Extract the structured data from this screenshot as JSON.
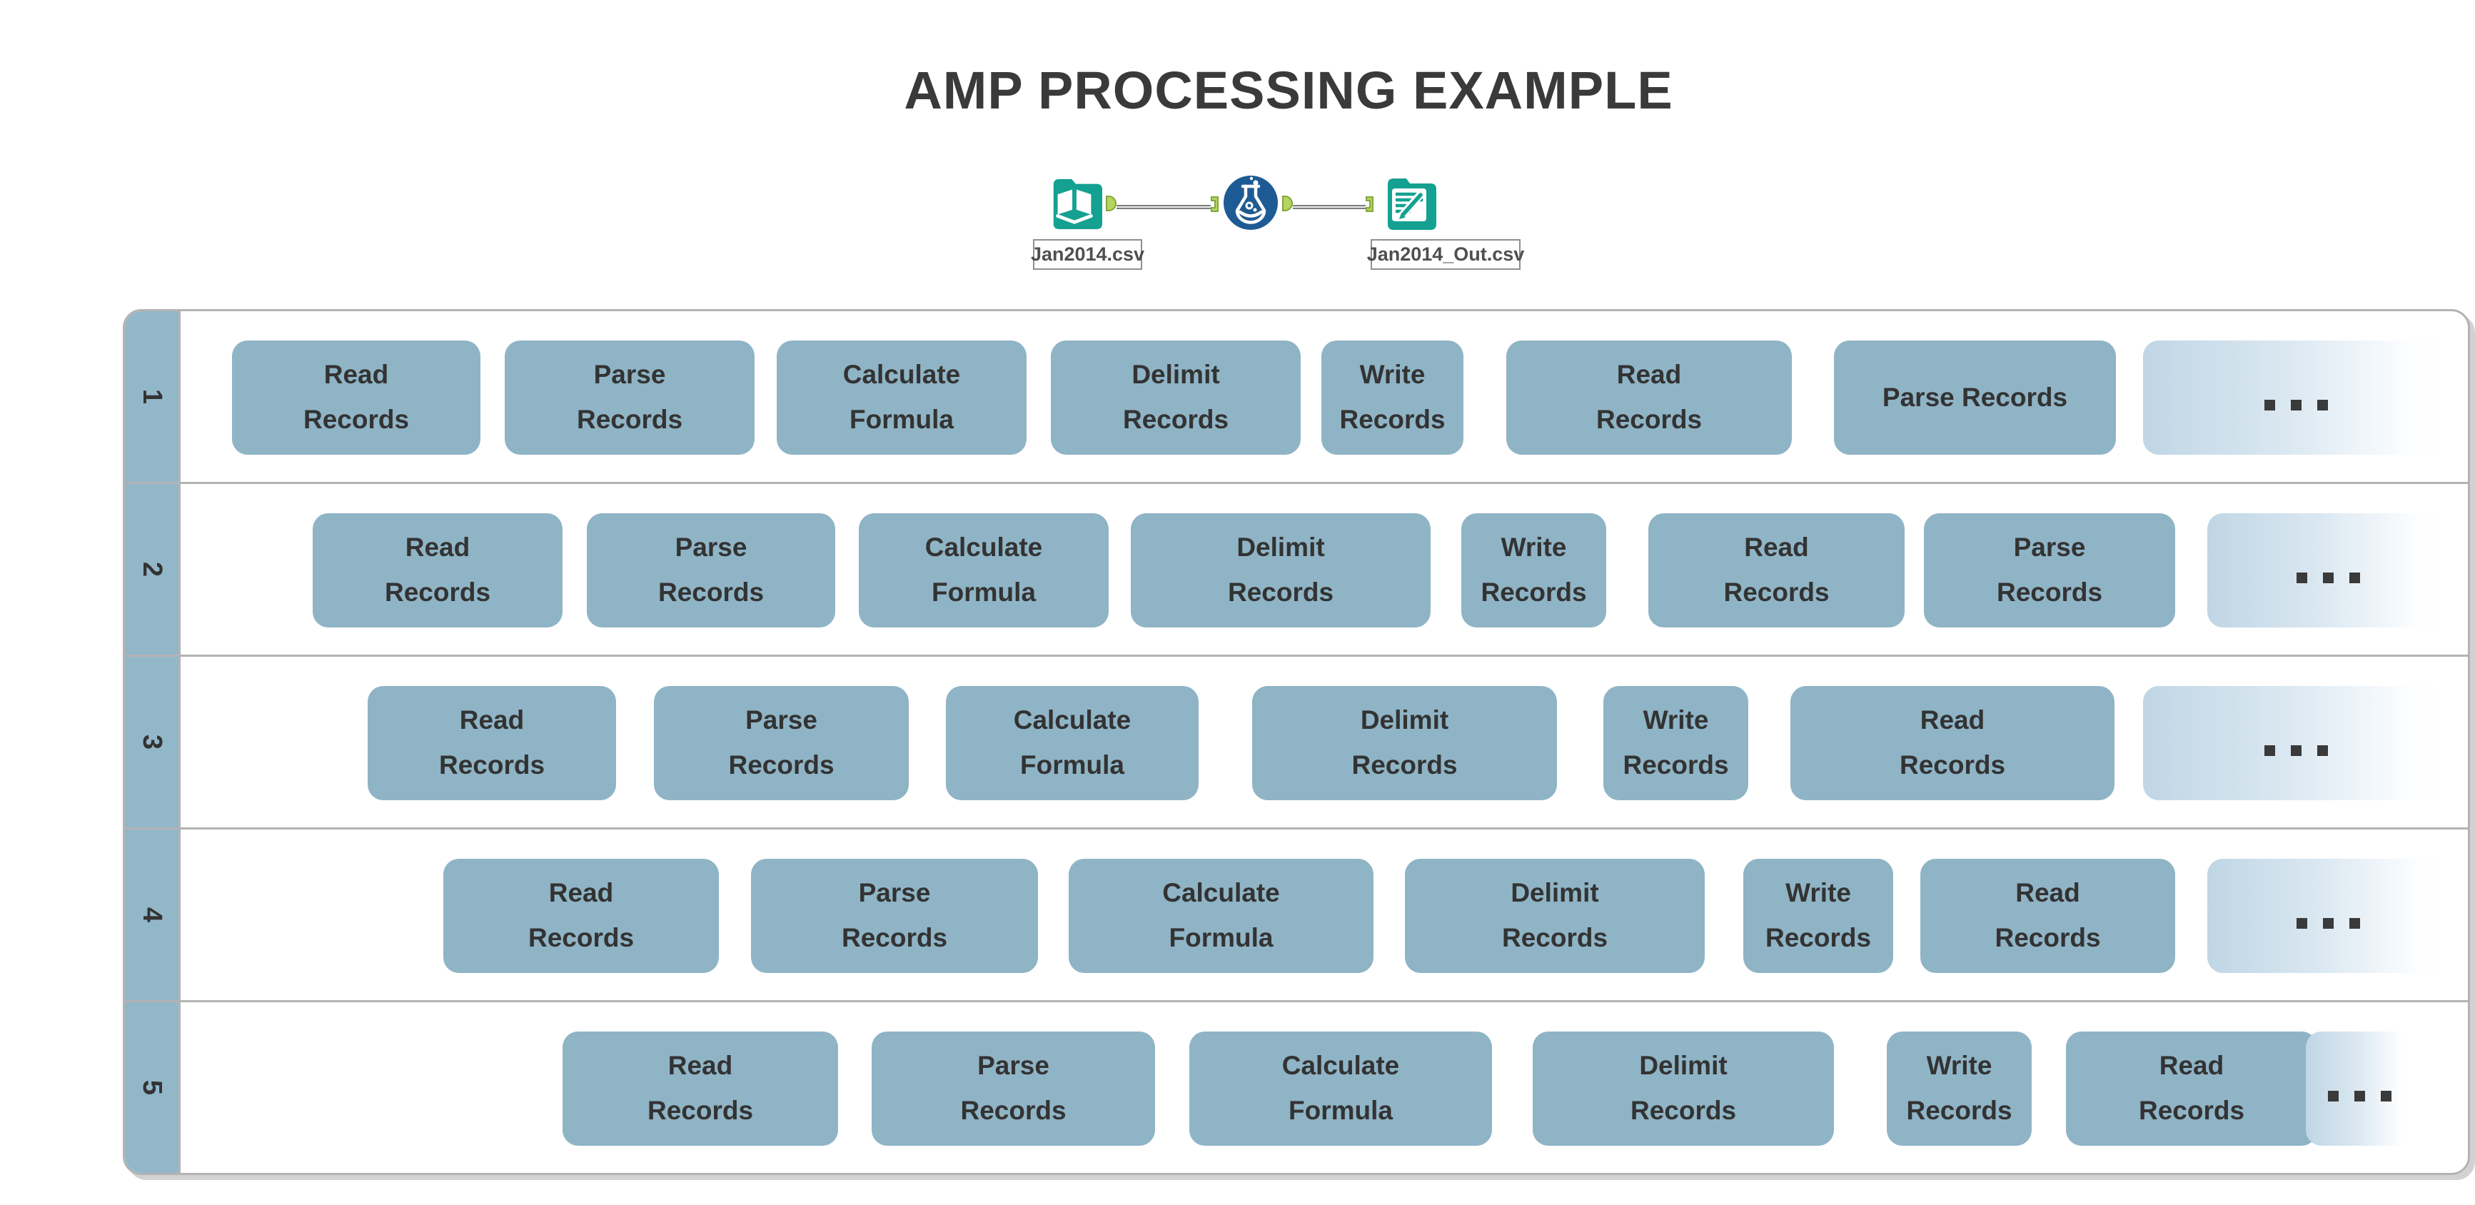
{
  "title": "AMP PROCESSING EXAMPLE",
  "workflow": {
    "input_file_label": "Jan2014.csv",
    "output_file_label": "Jan2014_Out.csv",
    "tools": [
      "input-data-tool",
      "formula-tool",
      "output-data-tool"
    ]
  },
  "panel": {
    "more_indicator": "...",
    "lanes": [
      {
        "number": "1",
        "boxes": [
          "Read\nRecords",
          "Parse\nRecords",
          "Calculate\nFormula",
          "Delimit\nRecords",
          "Write\nRecords",
          "Read\nRecords",
          "Parse Records"
        ]
      },
      {
        "number": "2",
        "boxes": [
          "Read\nRecords",
          "Parse\nRecords",
          "Calculate\nFormula",
          "Delimit\nRecords",
          "Write\nRecords",
          "Read\nRecords",
          "Parse\nRecords"
        ]
      },
      {
        "number": "3",
        "boxes": [
          "Read\nRecords",
          "Parse\nRecords",
          "Calculate\nFormula",
          "Delimit\nRecords",
          "Write\nRecords",
          "Read\nRecords"
        ]
      },
      {
        "number": "4",
        "boxes": [
          "Read\nRecords",
          "Parse\nRecords",
          "Calculate\nFormula",
          "Delimit\nRecords",
          "Write\nRecords",
          "Read\nRecords"
        ]
      },
      {
        "number": "5",
        "boxes": [
          "Read\nRecords",
          "Parse\nRecords",
          "Calculate\nFormula",
          "Delimit\nRecords",
          "Write\nRecords",
          "Read\nRecords"
        ]
      }
    ]
  },
  "colors": {
    "lane_fill": "#92b7c9",
    "box_fill": "#8fb4c6",
    "teal": "#14a191",
    "formula_blue": "#1e5b94",
    "connector_green": "#b4d55e",
    "connector_green_outline": "#85a63c",
    "border_gray": "#b3b3b3",
    "text_dark": "#333333"
  }
}
